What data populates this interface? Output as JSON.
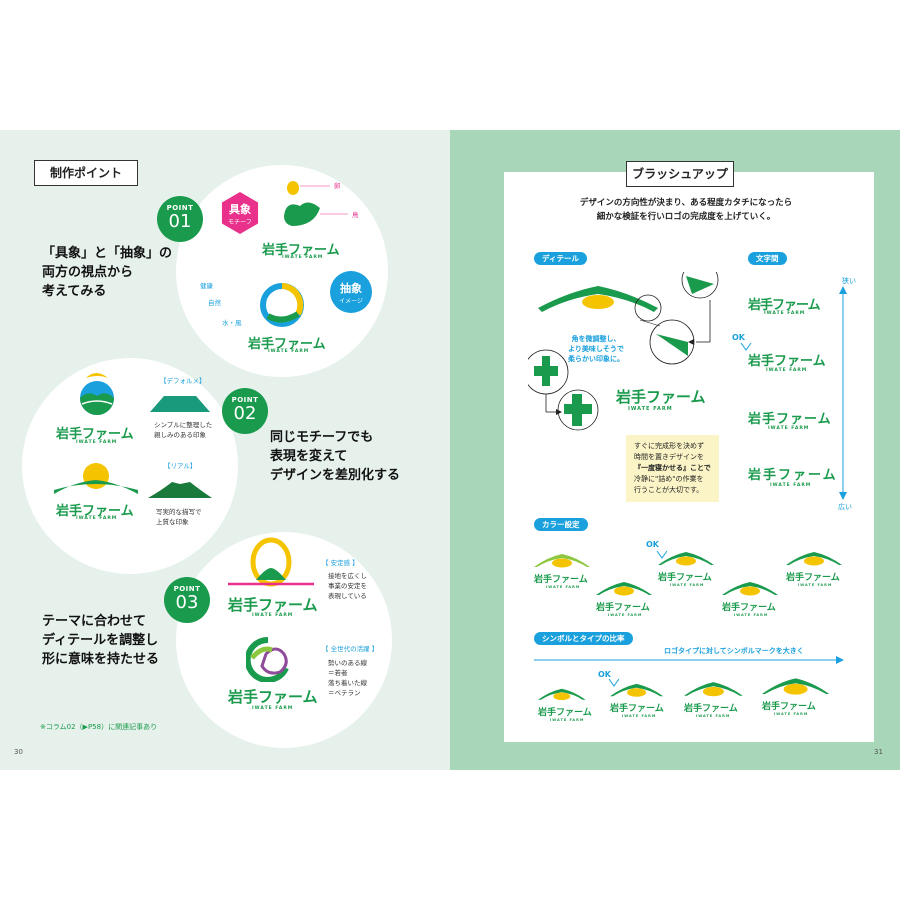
{
  "left": {
    "section_title": "制作ポイント",
    "points": [
      {
        "label": "POINT",
        "num": "01",
        "lead": [
          "「具象」と「抽象」の",
          "両方の視点から",
          "考えてみる"
        ]
      },
      {
        "label": "POINT",
        "num": "02",
        "lead": [
          "同じモチーフでも",
          "表現を変えて",
          "デザインを差別化する"
        ]
      },
      {
        "label": "POINT",
        "num": "03",
        "lead": [
          "テーマに合わせて",
          "ディテールを調整し",
          "形に意味を持たせる"
        ]
      }
    ],
    "p1": {
      "gushou_title": "具象",
      "gushou_sub": "モチーフ",
      "chushou_title": "抽象",
      "chushou_sub": "イメージ",
      "egg": "卵",
      "bird": "鳥",
      "kenkou": "健康",
      "shizen": "自然",
      "mizukaze": "水・風",
      "logo": "岩手ファーム",
      "logo_sub": "IWATE FARM"
    },
    "p2": {
      "deform_tag": "【デフォルメ】",
      "deform_note": [
        "シンプルに整理した",
        "親しみのある印象"
      ],
      "real_tag": "【リアル】",
      "real_note": [
        "写実的な描写で",
        "上質な印象"
      ],
      "logo": "岩手ファーム",
      "logo_sub": "IWATE FARM"
    },
    "p3": {
      "stable_tag": "【 安定感 】",
      "stable_note": [
        "接地を広くし",
        "事業の安定を",
        "表現している"
      ],
      "gen_tag": "【 全世代の活躍 】",
      "gen_note": [
        "勢いのある線",
        "＝若者",
        "落ち着いた線",
        "＝ベテラン"
      ],
      "logo": "岩手ファーム",
      "logo_sub": "IWATE FARM"
    },
    "footnote": "※コラム02（▶P58）に関連記事あり",
    "page_number": "30"
  },
  "right": {
    "section_title": "ブラッシュアップ",
    "intro": [
      "デザインの方向性が決まり、ある程度カタチになったら",
      "細かな検証を行いロゴの完成度を上げていく。"
    ],
    "detail_pill": "ディテール",
    "moji_pill": "文字間",
    "detail_note": [
      "角を微調整し、",
      "より美味しそうで",
      "柔らかい印象に。"
    ],
    "main_logo": "岩手ファーム",
    "main_logo_sub": "IWATE FARM",
    "narrow": "狭い",
    "wide": "広い",
    "ok": "OK",
    "note_box": [
      "すぐに完成形を決めず",
      "時間を置きデザインを",
      "『一度寝かせる』ことで",
      "冷静に\"詰め\"の作業を",
      "行うことが大切です。"
    ],
    "color_pill": "カラー設定",
    "ratio_pill": "シンボルとタイプの比率",
    "ratio_note": "ロゴタイプに対してシンボルマークを大きく",
    "small_logo": "岩手ファーム",
    "small_logo_sub": "IWATE FARM",
    "page_number": "31"
  },
  "colors": {
    "green": "#1a9a4c",
    "light_green": "#8dc63f",
    "blue": "#1aa0dc",
    "yellow": "#f5c400",
    "pink": "#e9308a",
    "mint": "#a8d6b9"
  }
}
